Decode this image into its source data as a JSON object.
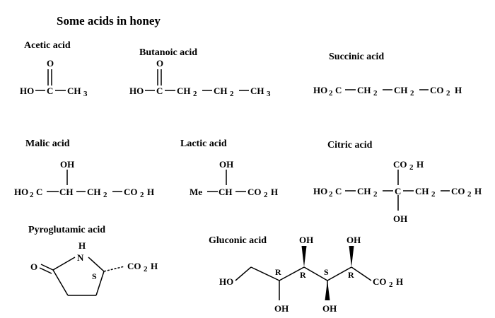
{
  "title": "Some acids in honey",
  "labels": {
    "acetic": "Acetic acid",
    "butanoic": "Butanoic acid",
    "succinic": "Succinic acid",
    "malic": "Malic acid",
    "lactic": "Lactic acid",
    "citric": "Citric acid",
    "pyroglutamic": "Pyroglutamic acid",
    "gluconic": "Gluconic acid"
  },
  "atoms": {
    "O": "O",
    "OH": "OH",
    "HO": "HO",
    "C": "C",
    "CH": "CH",
    "CH2": "CH",
    "CH3": "CH",
    "CO2H": "CO",
    "Me": "Me",
    "N": "N",
    "H": "H",
    "sub2": "2",
    "sub3": "3",
    "R": "R",
    "S": "S"
  },
  "colors": {
    "ink": "#000000",
    "background": "#ffffff"
  }
}
